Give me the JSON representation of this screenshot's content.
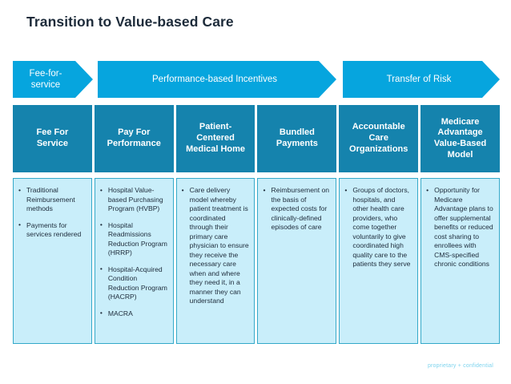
{
  "title": "Transition to Value-based Care",
  "footer": "proprietary + confidential",
  "colors": {
    "arrow": "#06A5DE",
    "header_box": "#1583AD",
    "body_panel": "#C9EEFA",
    "panel_border": "#34A9C9",
    "title_text": "#1d2b3a",
    "footer_text": "#7FD4EE"
  },
  "arrows": [
    {
      "label": "Fee-for-\nservice"
    },
    {
      "label": "Performance-based Incentives"
    },
    {
      "label": "Transfer of Risk"
    }
  ],
  "columns": [
    {
      "header": "Fee For\nService",
      "bullets": [
        "Traditional Reimbursement methods",
        "Payments for services rendered"
      ]
    },
    {
      "header": "Pay For\nPerformance",
      "bullets": [
        "Hospital Value-based Purchasing Program (HVBP)",
        "Hospital Readmissions Reduction Program (HRRP)",
        "Hospital-Acquired Condition Reduction Program (HACRP)",
        "MACRA"
      ]
    },
    {
      "header": "Patient-\nCentered\nMedical Home",
      "bullets": [
        "Care delivery model whereby patient treatment is coordinated through their primary care physician to ensure they receive the necessary care when and where they need it, in a manner they can understand"
      ]
    },
    {
      "header": "Bundled\nPayments",
      "bullets": [
        "Reimbursement on the basis of expected costs for clinically-defined episodes of care"
      ]
    },
    {
      "header": "Accountable\nCare\nOrganizations",
      "bullets": [
        "Groups of doctors, hospitals, and other health care providers, who come together voluntarily to give coordinated high quality care to the patients they serve"
      ]
    },
    {
      "header": "Medicare\nAdvantage\nValue-Based\nModel",
      "bullets": [
        "Opportunity for Medicare Advantage plans to offer supplemental benefits or reduced cost sharing to enrollees with CMS-specified chronic conditions"
      ]
    }
  ]
}
